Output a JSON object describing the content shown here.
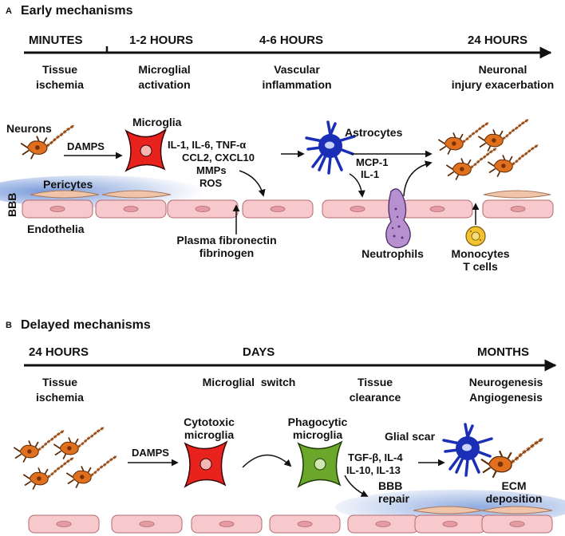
{
  "panel_a": {
    "letter": "A",
    "title": "Early mechanisms",
    "timeline": [
      "MINUTES",
      "1-2 HOURS",
      "4-6 HOURS",
      "24 HOURS"
    ],
    "phases": [
      [
        "Tissue",
        "ischemia"
      ],
      [
        "Microglial",
        "activation"
      ],
      [
        "Vascular",
        "inflammation"
      ],
      [
        "Neuronal",
        "injury exacerbation"
      ]
    ],
    "labels": {
      "neurons": "Neurons",
      "damps": "DAMPS",
      "microglia": "Microglia",
      "cytokines": [
        "IL-1, IL-6, TNF-α",
        "CCL2, CXCL10",
        "MMPs",
        "ROS"
      ],
      "astrocytes": "Astrocytes",
      "mcp": [
        "MCP-1",
        "IL-1"
      ],
      "pericytes": "Pericytes",
      "bbb": "BBB",
      "endothelia": "Endothelia",
      "plasma": [
        "Plasma fibronectin",
        "fibrinogen"
      ],
      "neutrophils": "Neutrophils",
      "monocytes": [
        "Monocytes",
        "T cells"
      ]
    }
  },
  "panel_b": {
    "letter": "B",
    "title": "Delayed mechanisms",
    "timeline": [
      "24 HOURS",
      "DAYS",
      "MONTHS"
    ],
    "phases": [
      [
        "Tissue",
        "ischemia"
      ],
      [
        "Microglial  switch"
      ],
      [
        "Tissue",
        "clearance"
      ],
      [
        "Neurogenesis",
        "Angiogenesis"
      ]
    ],
    "labels": {
      "damps": "DAMPS",
      "cytotoxic": [
        "Cytotoxic",
        "microglia"
      ],
      "phagocytic": [
        "Phagocytic",
        "microglia"
      ],
      "glial_scar": "Glial scar",
      "cytokines": [
        "TGF-β, IL-4",
        "IL-10, IL-13"
      ],
      "bbb_repair": [
        "BBB",
        "repair"
      ],
      "ecm": [
        "ECM",
        "deposition"
      ]
    }
  },
  "colors": {
    "neuron": "#e0701e",
    "microglia_red": "#e8231e",
    "microglia_green": "#6aa72a",
    "astrocyte": "#1a2fb5",
    "endothelium": "#f7c9cc",
    "pericyte": "#f0c4a8",
    "neutrophil": "#b790cf",
    "monocyte": "#f2c230",
    "bbb_glow": "#7f9ed8"
  }
}
